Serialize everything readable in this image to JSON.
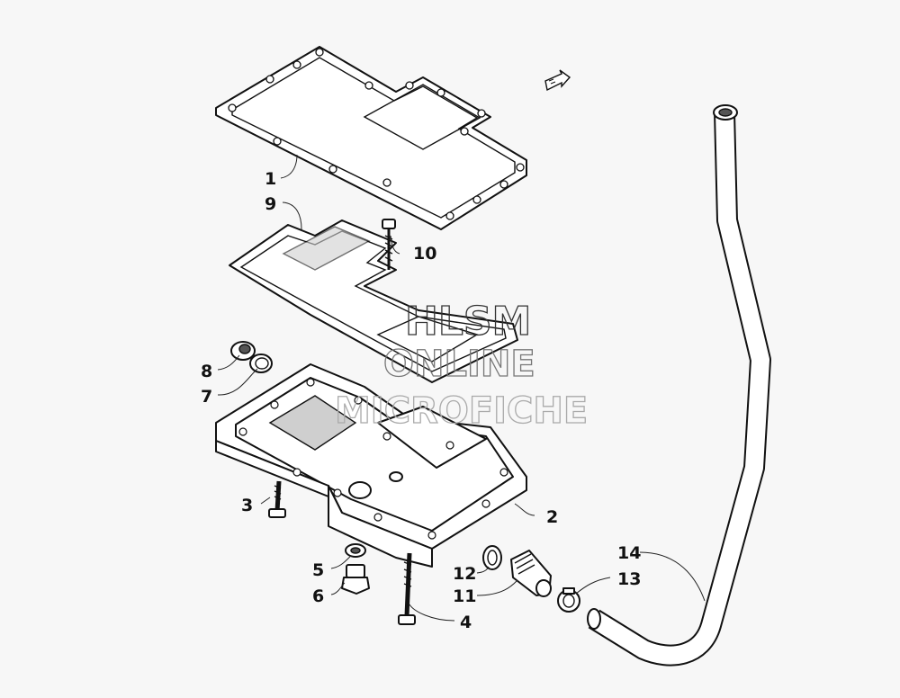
{
  "callouts": [
    "1",
    "2",
    "3",
    "4",
    "5",
    "6",
    "7",
    "8",
    "9",
    "10",
    "11",
    "12",
    "13",
    "14"
  ],
  "watermark": {
    "line1": "HLSM",
    "line2": "ONLINE",
    "line3": "MICROFICHE"
  },
  "icons": {
    "front_arrow": "front-direction-arrow-icon"
  },
  "colors": {
    "ink": "#111111",
    "paper": "#f7f7f7",
    "watermark": "#444444"
  }
}
